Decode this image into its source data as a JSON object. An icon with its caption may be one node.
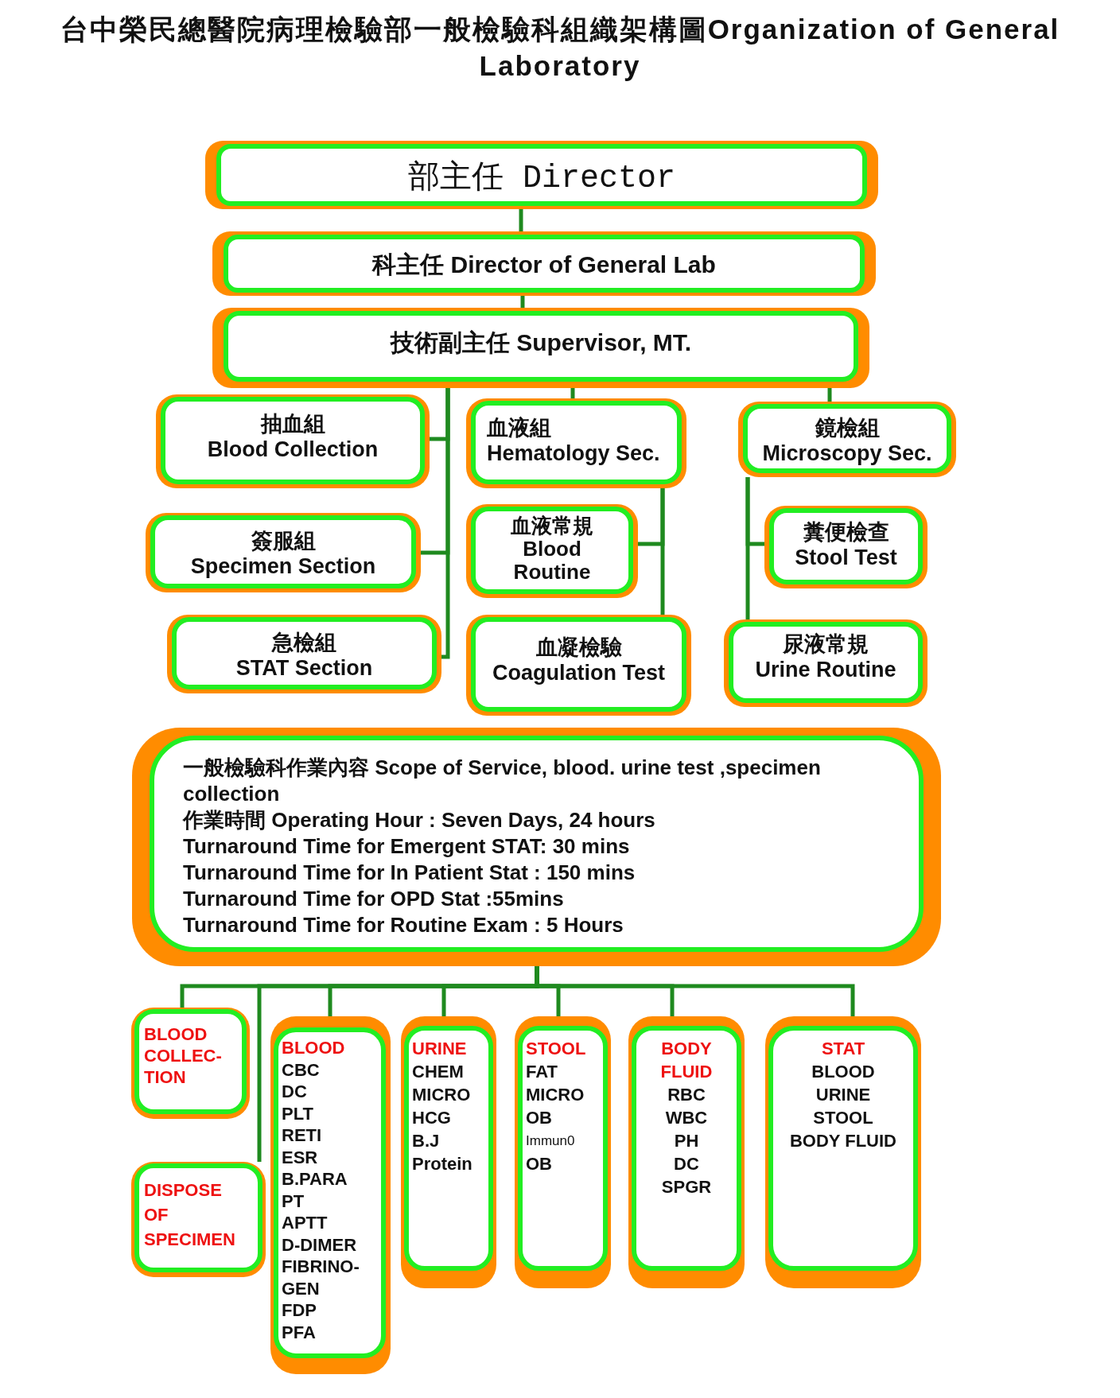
{
  "diagram": {
    "title": "台中榮民總醫院病理檢驗部一般檢驗科組織架構圖Organization of General Laboratory",
    "nodes": [
      {
        "text": [
          "部主任 Director"
        ]
      },
      {
        "text": [
          "科主任 Director of General Lab"
        ]
      },
      {
        "text": [
          "技術副主任 Supervisor, MT."
        ]
      },
      {
        "text": [
          "抽血組",
          "Blood Collection"
        ]
      },
      {
        "text": [
          "簽服組",
          "Specimen Section"
        ]
      },
      {
        "text": [
          "急檢組",
          "STAT Section"
        ]
      },
      {
        "text": [
          "血液組",
          "Hematology Sec."
        ]
      },
      {
        "text": [
          "血液常規",
          "Blood Routine"
        ]
      },
      {
        "text": [
          "血凝檢驗",
          "Coagulation Test"
        ]
      },
      {
        "text": [
          "鏡檢組",
          "Microscopy Sec."
        ]
      },
      {
        "text": [
          "糞便檢查",
          "Stool Test"
        ]
      },
      {
        "text": [
          "尿液常規",
          "Urine Routine"
        ]
      },
      {
        "text": [
          "一般檢驗科作業內容 Scope of Service, blood. urine test ,specimen collection",
          "作業時間 Operating Hour : Seven Days, 24 hours",
          "Turnaround Time for Emergent STAT: 30 mins",
          "Turnaround Time for In Patient Stat : 150 mins",
          "Turnaround Time for OPD Stat :55mins",
          "Turnaround Time for Routine Exam : 5 Hours"
        ]
      },
      {
        "text": [
          "BLOOD",
          "COLLEC-",
          "TION"
        ]
      },
      {
        "text": [
          "DISPOSE",
          "OF",
          "SPECIMEN"
        ]
      },
      {
        "text": [
          "BLOOD",
          "CBC",
          "DC",
          "PLT",
          "RETI",
          "ESR",
          "B.PARA",
          "PT",
          "APTT",
          "D-DIMER",
          "FIBRINO-",
          "GEN",
          "FDP",
          "PFA"
        ]
      },
      {
        "text": [
          "URINE",
          "CHEM",
          "MICRO",
          "HCG",
          "B.J",
          "Protein"
        ]
      },
      {
        "text": [
          "STOOL",
          "FAT",
          "MICRO",
          "OB",
          "Immun0",
          "OB"
        ]
      },
      {
        "text": [
          "BODY",
          "FLUID",
          "RBC",
          "WBC",
          "PH",
          "DC",
          "SPGR"
        ]
      },
      {
        "text": [
          "STAT",
          "BLOOD",
          "URINE",
          "STOOL",
          "BODY FLUID"
        ]
      }
    ],
    "edges": [
      {
        "from": 0,
        "to": 1,
        "arrow": "none"
      },
      {
        "from": 1,
        "to": 2,
        "arrow": "none"
      },
      {
        "from": 2,
        "to": 3,
        "arrow": "none"
      },
      {
        "from": 2,
        "to": 4,
        "arrow": "none"
      },
      {
        "from": 2,
        "to": 5,
        "arrow": "none"
      },
      {
        "from": 2,
        "to": 6,
        "arrow": "none"
      },
      {
        "from": 6,
        "to": 7,
        "arrow": "none"
      },
      {
        "from": 6,
        "to": 8,
        "arrow": "none"
      },
      {
        "from": 2,
        "to": 9,
        "arrow": "none"
      },
      {
        "from": 9,
        "to": 10,
        "arrow": "none"
      },
      {
        "from": 9,
        "to": 11,
        "arrow": "none"
      },
      {
        "from": 12,
        "to": 13,
        "arrow": "none"
      },
      {
        "from": 12,
        "to": 14,
        "arrow": "none"
      },
      {
        "from": 12,
        "to": 15,
        "arrow": "none"
      },
      {
        "from": 12,
        "to": 16,
        "arrow": "none"
      },
      {
        "from": 12,
        "to": 17,
        "arrow": "none"
      },
      {
        "from": 12,
        "to": 18,
        "arrow": "none"
      },
      {
        "from": 12,
        "to": 19,
        "arrow": "none"
      }
    ]
  }
}
